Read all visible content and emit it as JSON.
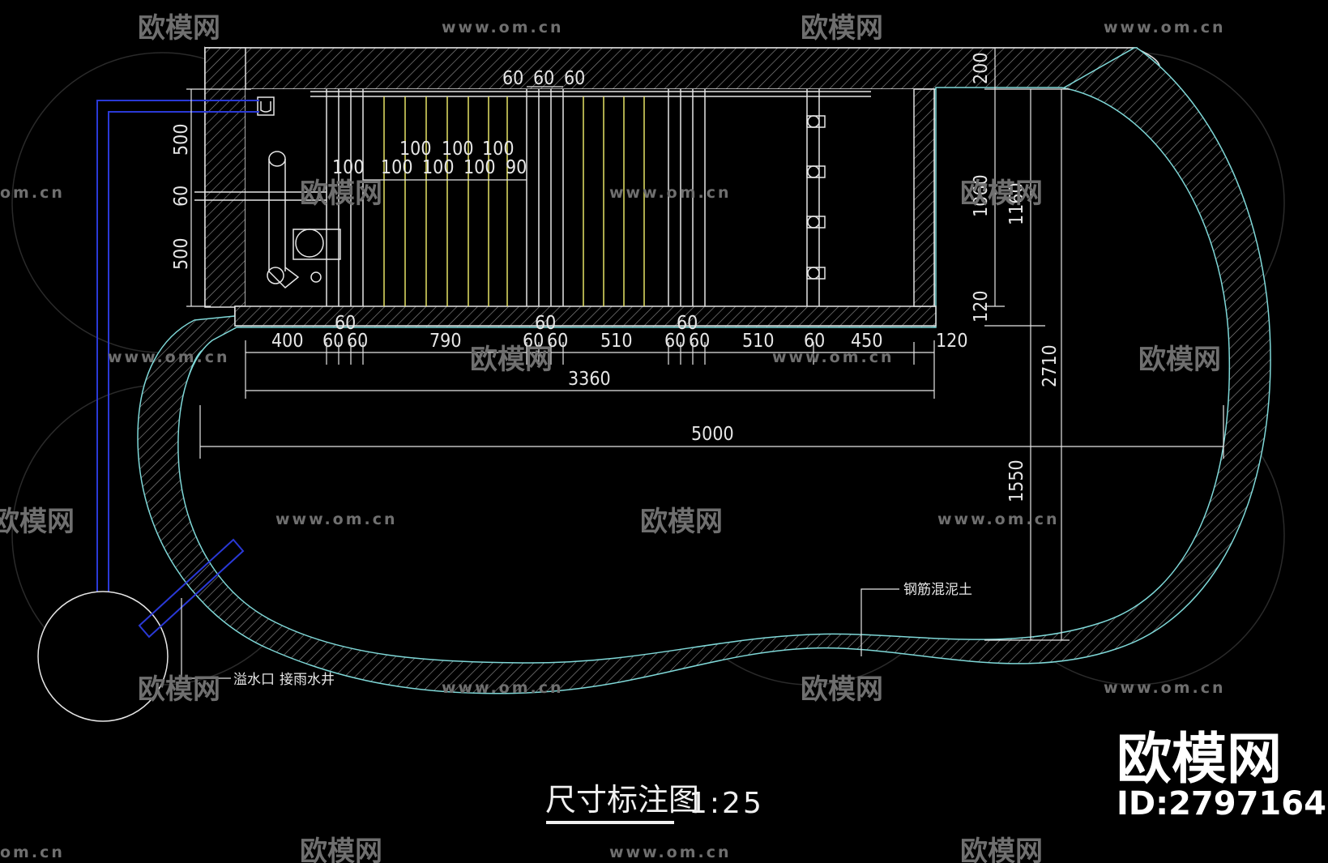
{
  "drawing": {
    "title": "尺寸标注图",
    "scale": "1:25",
    "dimensions": {
      "top_60": [
        "60",
        "60",
        "60"
      ],
      "grid_top": [
        "100",
        "100",
        "100"
      ],
      "grid_bottom": [
        "100",
        "100",
        "100",
        "100",
        "90"
      ],
      "left_vertical": [
        "500",
        "60",
        "500"
      ],
      "right_vertical": [
        "200",
        "1060",
        "1160",
        "120",
        "2710",
        "1550"
      ],
      "upper_60": [
        "60",
        "60",
        "60"
      ],
      "bottom_row": [
        "400",
        "60",
        "60",
        "790",
        "60",
        "60",
        "510",
        "60",
        "60",
        "510",
        "60",
        "450",
        "120"
      ],
      "total_3360": "3360",
      "total_5000": "5000"
    },
    "labels": {
      "concrete": "钢筋混泥土",
      "overflow": "溢水口",
      "rain_well": "接雨水井"
    }
  },
  "watermark": {
    "brand": "欧模网",
    "url": "www.om.cn",
    "url_partial": "om.cn",
    "id": "ID:2797164"
  }
}
